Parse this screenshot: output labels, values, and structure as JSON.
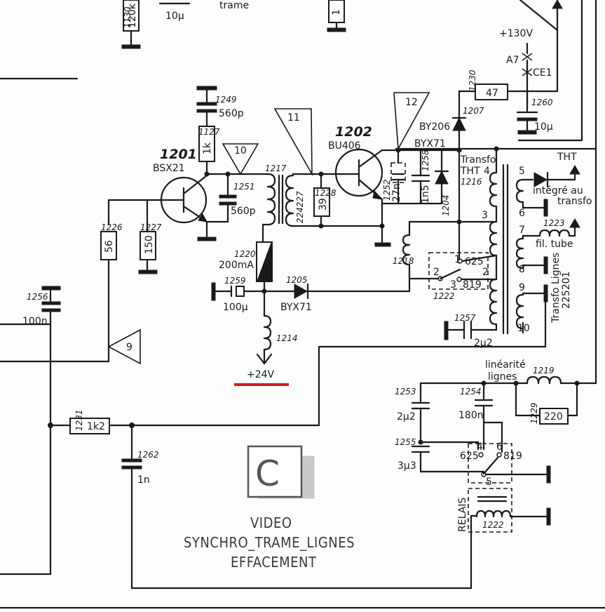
{
  "top": {
    "r1130": "1130",
    "r1130_val": "120k",
    "cap_10u_top": "10µ",
    "trame": "trame",
    "box_top": "1"
  },
  "supply": {
    "v130": "+130V",
    "a7": "A7",
    "ce1": "CE1",
    "v24": "+24V",
    "accent_underline": "#d01c1c"
  },
  "q1201": {
    "ref": "1201",
    "type": "BSX21"
  },
  "q1202": {
    "ref": "1202",
    "type": "BU406"
  },
  "parts": {
    "c1249": "1249",
    "c1249_val": "560p",
    "r1127": "1127",
    "r1127_val": "1k",
    "c1251": "1251",
    "c1251_val": "560p",
    "l1217": "1217",
    "t224227": "224227",
    "r1228": "1228",
    "r1228_val": "39",
    "r1226": "1226",
    "r1226_val": "56",
    "r1227": "1227",
    "r1227_val": "150",
    "c1256": "1256",
    "c1256_val": "100n",
    "f1220": "1220",
    "f1220_val": "200mA",
    "c1259": "1259",
    "c1259_val": "100µ",
    "d1205": "1205",
    "d1205_val": "BYX71",
    "l1214": "1214",
    "r1231": "1231",
    "r1231_val": "1k2",
    "c1262": "1262",
    "c1262_val": "1n",
    "r1230": "1230",
    "r1230_val": "47",
    "c1260": "1260",
    "c1260_val": "10µ",
    "d1207": "1207",
    "d1207_val": "BY206",
    "d1204_val": "BYX71",
    "d1204": "1204",
    "c1252": "1252",
    "c1252_val": "27n",
    "c1258": "1258",
    "c1258_val": "1n5",
    "transfo": "Transfo",
    "tht_lbl": "THT",
    "t1216": "1216",
    "l1218": "1218",
    "c1257": "1257",
    "c1257_val": "2µ2",
    "relay1222": "1222",
    "sw_625": "625",
    "sw_819": "819",
    "tht_out": "THT",
    "integre": "intégré au",
    "transfo2": "transfo",
    "l1223": "1223",
    "fil_tube": "fil. tube",
    "transfo_lignes": "Transfo Lignes",
    "t225201": "225201",
    "linearite": "linéarité",
    "lignes": "lignes",
    "l1219": "1219",
    "r1229": "1229",
    "r1229_val": "220",
    "c1253": "1253",
    "c1253_val": "2µ2",
    "c1254": "1254",
    "c1254_val": "180n",
    "c1255": "1255",
    "c1255_val": "3µ3",
    "relais": "RELAIS",
    "relay_coil": "1222",
    "sw2_625": "625",
    "sw2_819": "819"
  },
  "pins": {
    "p4": "4",
    "p3": "3",
    "p2": "2",
    "p1": "1",
    "p5": "5",
    "p6": "6",
    "p7": "7",
    "p8": "8",
    "p9": "9",
    "p10": "10",
    "sw_1": "1",
    "sw_2": "2",
    "sw_3": "3",
    "sw2_4": "4",
    "sw2_6": "6",
    "sw2_5": "5"
  },
  "test_points": {
    "tp9": "9",
    "tp10": "10",
    "tp11": "11",
    "tp12": "12"
  },
  "legend": {
    "logo_letter": "C",
    "line1": "VIDEO",
    "line2": "SYNCHRO_TRAME_LIGNES",
    "line3": "EFFACEMENT"
  }
}
